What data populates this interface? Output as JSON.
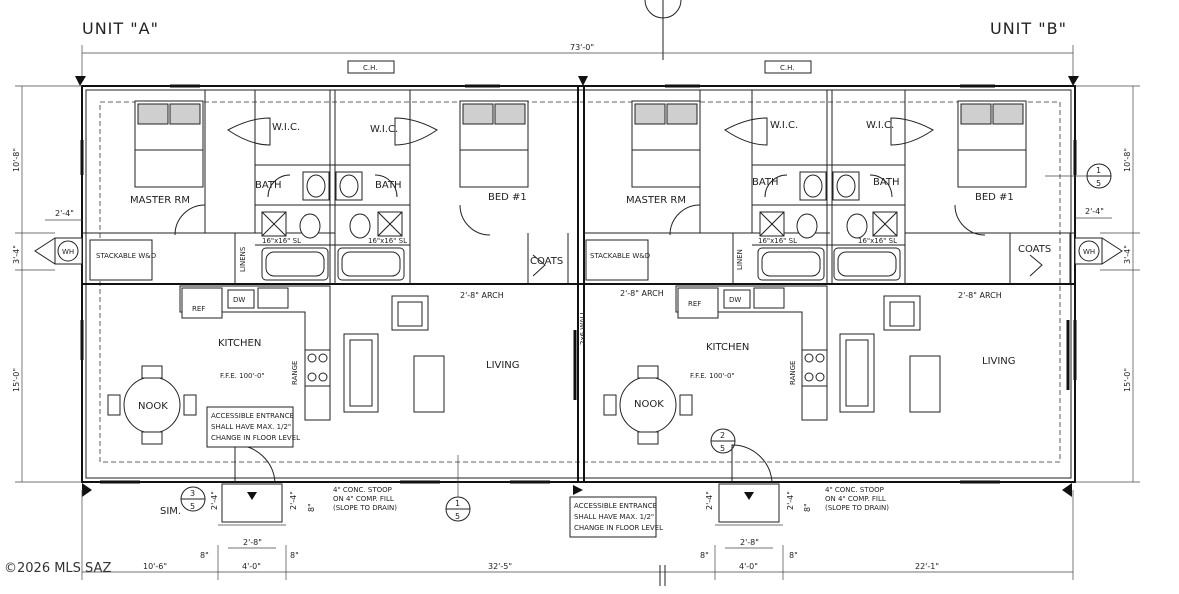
{
  "units": {
    "a": "UNIT \"A\"",
    "b": "UNIT \"B\""
  },
  "overall_width": "73'-0\"",
  "ch_labels": {
    "left": "C.H.",
    "right": "C.H."
  },
  "rooms": {
    "a": {
      "master": "MASTER RM",
      "wic1": "W.I.C.",
      "wic2": "W.I.C.",
      "bath1": "BATH",
      "bath2": "BATH",
      "bed": "BED #1",
      "stackable": "STACKABLE\nW&D",
      "linens": "LINENS",
      "coats": "COATS",
      "kitchen": "KITCHEN",
      "ffe": "F.F.E. 100'-0\"",
      "nook": "NOOK",
      "living": "LIVING",
      "range": "RANGE",
      "ref": "REF",
      "dw": "DW",
      "shower1": "16\"x16\" SL",
      "shower2": "16\"x16\" SL",
      "arch": "2'-8\" ARCH",
      "wall_note": "2x6 WALL"
    },
    "b": {
      "master": "MASTER RM",
      "wic1": "W.I.C.",
      "wic2": "W.I.C.",
      "bath1": "BATH",
      "bath2": "BATH",
      "bed": "BED #1",
      "stackable": "STACKABLE\nW&D",
      "linens": "LINEN",
      "coats": "COATS",
      "kitchen": "KITCHEN",
      "ffe": "F.F.E. 100'-0\"",
      "nook": "NOOK",
      "living": "LIVING",
      "range": "RANGE",
      "ref": "REF",
      "dw": "DW",
      "shower1": "16\"x16\" SL",
      "shower2": "16\"x16\" SL",
      "arch1": "2'-8\" ARCH",
      "arch2": "2'-8\" ARCH"
    }
  },
  "wh": {
    "left": "WH",
    "right": "WH"
  },
  "notes": {
    "accessible_a": [
      "ACCESSIBLE ENTRANCE",
      "SHALL HAVE MAX. 1/2\"",
      "CHANGE IN FLOOR LEVEL"
    ],
    "accessible_b": [
      "ACCESSIBLE ENTRANCE",
      "SHALL HAVE MAX. 1/2\"",
      "CHANGE IN FLOOR LEVEL"
    ],
    "stoop_a": [
      "4\" CONC. STOOP",
      "ON 4\" COMP. FILL",
      "(SLOPE TO DRAIN)"
    ],
    "stoop_b": [
      "4\" CONC. STOOP",
      "ON 4\" COMP. FILL",
      "(SLOPE TO DRAIN)"
    ],
    "sim": "SIM."
  },
  "section_marks": {
    "right": {
      "top": "1",
      "bottom": "5"
    },
    "bottom_center": {
      "top": "1",
      "bottom": "5"
    },
    "left_stoop": {
      "top": "3",
      "bottom": "5"
    },
    "center_stoop": {
      "top": "2",
      "bottom": "5"
    }
  },
  "dimensions": {
    "left_top": "10'-8\"",
    "left_wh": "3'-4\"",
    "left_bottom": "15'-0\"",
    "right_top": "10'-8\"",
    "right_wh": "3'-4\"",
    "right_bottom": "15'-0\"",
    "wh_left": "2'-4\"",
    "wh_right": "2'-4\"",
    "bottom_1": "10'-6\"",
    "bottom_2": "4'-0\"",
    "bottom_3": "32'-5\"",
    "bottom_4": "4'-0\"",
    "bottom_5": "22'-1\"",
    "stoop_a_width": "2'-8\"",
    "stoop_b_width": "2'-8\"",
    "stoop_a_side": "8\"",
    "stoop_a_side2": "8\"",
    "stoop_b_side": "8\"",
    "stoop_b_side2": "8\"",
    "stoop_a_v1": "2'-4\"",
    "stoop_a_v2": "2'-4\"",
    "stoop_a_v3": "8\"",
    "stoop_b_v1": "2'-4\"",
    "stoop_b_v2": "2'-4\"",
    "stoop_b_v3": "8\""
  },
  "watermark": "©2026 MLS SAZ"
}
